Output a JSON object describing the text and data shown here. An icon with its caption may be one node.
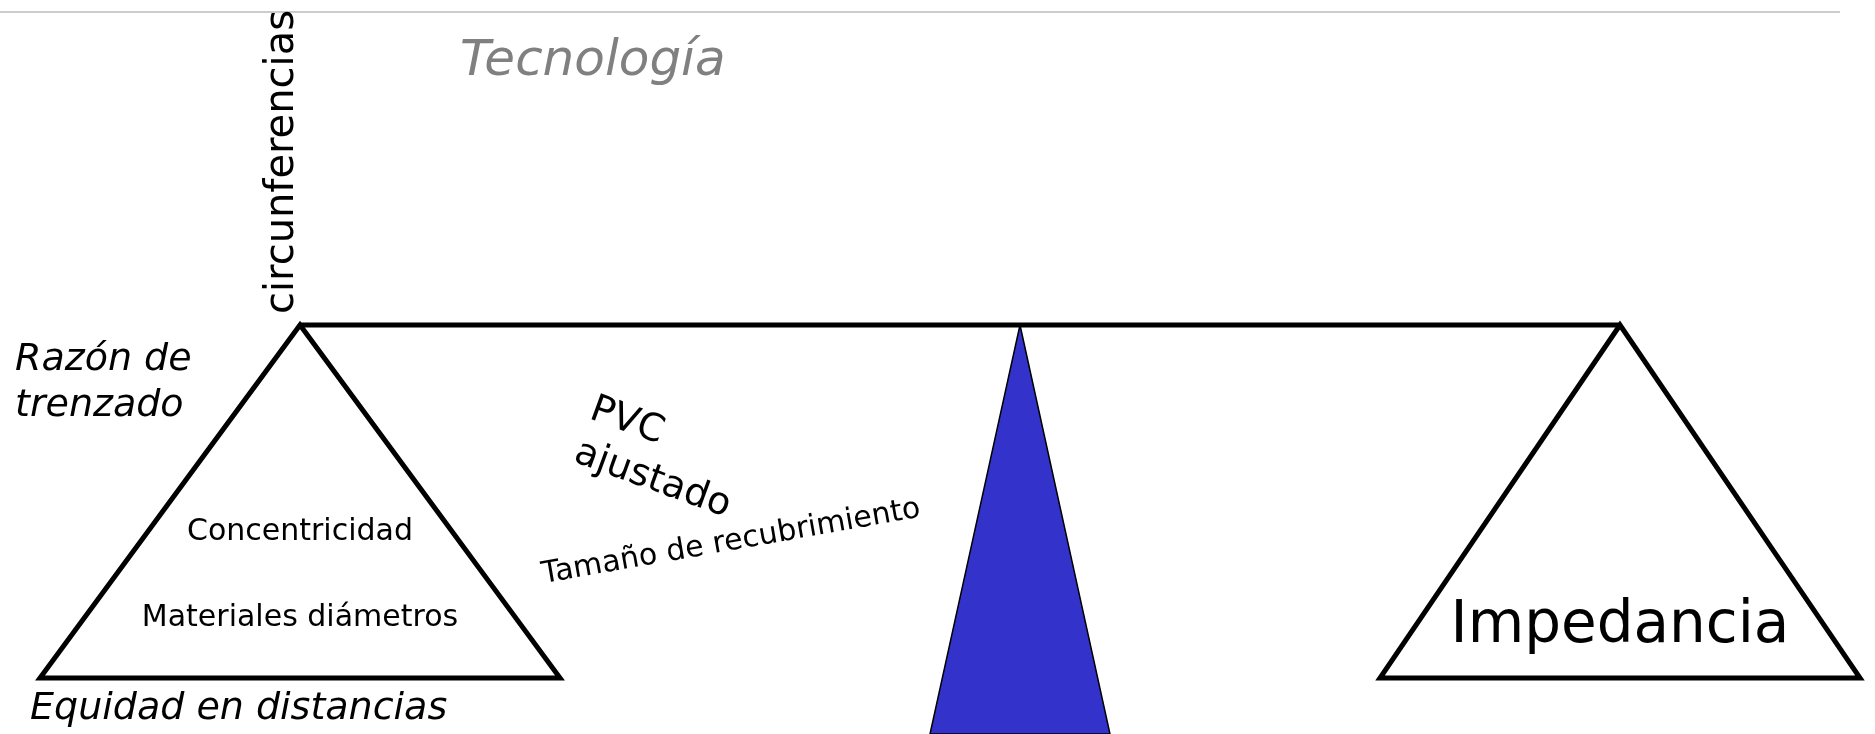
{
  "diagram": {
    "title": "Tecnología",
    "labels": [
      "circunferencias",
      "Razón de trenzado",
      "Tamaño de recubrimiento",
      "PVC ajustado",
      "Concentricidad",
      "Materiales diámetros",
      "Equidad en distancias",
      "Impedancia"
    ]
  }
}
